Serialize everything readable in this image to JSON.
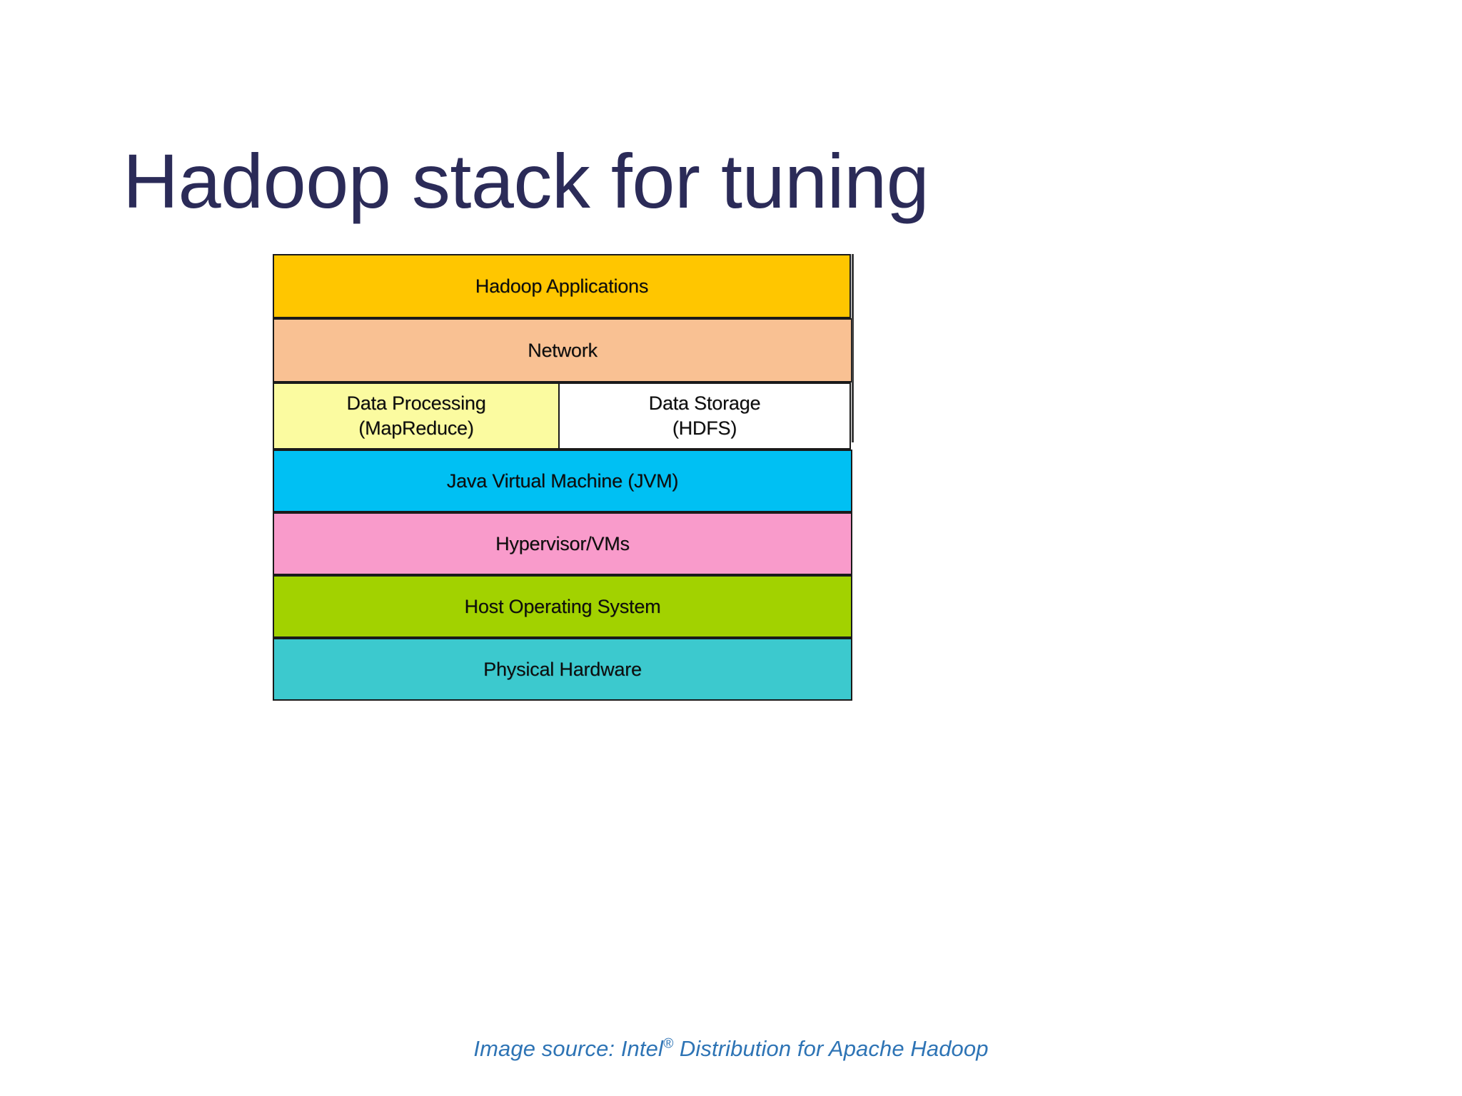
{
  "slide": {
    "title": "Hadoop stack for tuning",
    "background_color": "#FFFFFF",
    "title_color": "#2B2B58"
  },
  "diagram": {
    "name": "hadoop-tuning-stack",
    "type": "layered-stack",
    "layers": [
      {
        "label": "Hadoop Applications",
        "color": "#FFC600",
        "split": false
      },
      {
        "label": "Network",
        "color": "#F9C193",
        "split": false
      },
      {
        "label": "",
        "color": "",
        "split": true,
        "cells": [
          {
            "label": "Data Processing\n(MapReduce)",
            "color": "#FBFBA0"
          },
          {
            "label": "Data Storage\n(HDFS)",
            "color": "#FFFFFF"
          }
        ]
      },
      {
        "label": "Java Virtual Machine (JVM)",
        "color": "#00C0F3",
        "split": false
      },
      {
        "label": "Hypervisor/VMs",
        "color": "#F99BCB",
        "split": false
      },
      {
        "label": "Host Operating System",
        "color": "#A2D200",
        "split": false
      },
      {
        "label": "Physical Hardware",
        "color": "#3CC9CE",
        "split": false
      }
    ]
  },
  "caption": {
    "prefix": "Image source: Intel",
    "trademark": "®",
    "suffix": " Distribution for Apache Hadoop",
    "color": "#2E74B5"
  }
}
